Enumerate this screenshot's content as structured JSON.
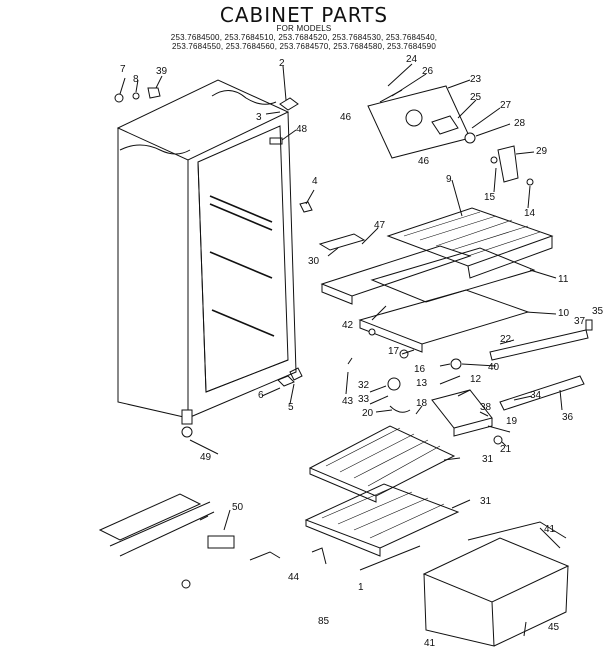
{
  "header": {
    "title": "CABINET PARTS",
    "for_models": "FOR MODELS",
    "models_line1": "253.7684500, 253.7684510, 253.7684520, 253.7684530, 253.7684540,",
    "models_line2": "253.7684550, 253.7684560, 253.7684570, 253.7684580, 253.7684590"
  },
  "callouts": [
    "7",
    "8",
    "39",
    "2",
    "3",
    "48",
    "4",
    "24",
    "26",
    "46",
    "23",
    "25",
    "27",
    "46",
    "28",
    "29",
    "15",
    "14",
    "9",
    "47",
    "30",
    "11",
    "10",
    "42",
    "35",
    "37",
    "22",
    "17",
    "16",
    "40",
    "12",
    "13",
    "32",
    "33",
    "20",
    "18",
    "38",
    "19",
    "34",
    "36",
    "6",
    "5",
    "43",
    "49",
    "21",
    "31",
    "31",
    "50",
    "41",
    "44",
    "1",
    "41",
    "45",
    "85"
  ],
  "footer": {
    "code": "85"
  }
}
